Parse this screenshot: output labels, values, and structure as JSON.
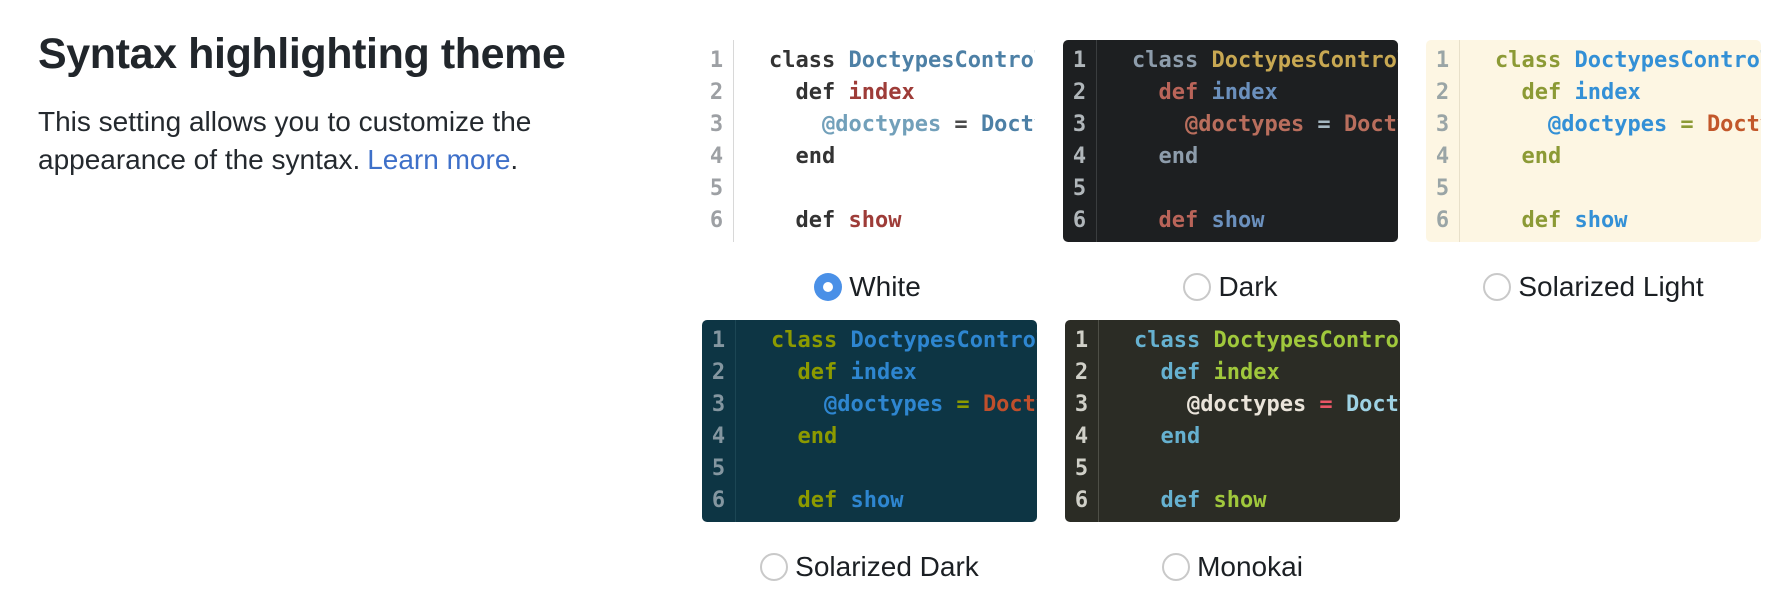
{
  "intro": {
    "heading": "Syntax highlighting theme",
    "desc_line1": "This setting allows you to customize the",
    "desc_line2": "appearance of the syntax.",
    "link_text": "Learn more",
    "link_suffix": "."
  },
  "ui": {
    "link_color": "#3e70c9",
    "radio_selected_color": "#4a90e7",
    "text_color": "#24292e"
  },
  "code": {
    "lines": [
      {
        "no": "1",
        "tokens": [
          [
            "k1",
            "class "
          ],
          [
            "cn",
            "DoctypesController"
          ]
        ]
      },
      {
        "no": "2",
        "tokens": [
          [
            "k2",
            "  def "
          ],
          [
            "mn",
            "index"
          ]
        ]
      },
      {
        "no": "3",
        "tokens": [
          [
            "iv",
            "    @doctypes"
          ],
          [
            "op",
            " = "
          ],
          [
            "cv",
            "Doctype"
          ]
        ]
      },
      {
        "no": "4",
        "tokens": [
          [
            "k1",
            "  end"
          ]
        ]
      },
      {
        "no": "5",
        "tokens": []
      },
      {
        "no": "6",
        "tokens": [
          [
            "k2",
            "  def "
          ],
          [
            "mn",
            "show"
          ]
        ]
      }
    ]
  },
  "themes": [
    {
      "id": "white",
      "label": "White",
      "selected": true,
      "bg": "#ffffff",
      "sep": "#d8d8d8",
      "num": "#9da0a4",
      "colors": {
        "k1": "#333333",
        "k2": "#333333",
        "cn": "#4d80a6",
        "mn": "#9e3c38",
        "iv": "#72a0ba",
        "op": "#4a4a4a",
        "cv": "#4d80a6"
      }
    },
    {
      "id": "dark",
      "label": "Dark",
      "selected": false,
      "bg": "#1d1f21",
      "sep": "#3a3d3f",
      "num": "#b0b6ba",
      "colors": {
        "k1": "#8d9cab",
        "k2": "#b96459",
        "cn": "#c8a852",
        "mn": "#6b90bd",
        "iv": "#b96e5d",
        "op": "#a5b8c2",
        "cv": "#b96e5d"
      }
    },
    {
      "id": "solarized-light",
      "label": "Solarized Light",
      "selected": false,
      "bg": "#fdf6e3",
      "sep": "#e8e0ca",
      "num": "#9aa5a6",
      "colors": {
        "k1": "#8c9a35",
        "k2": "#8c9a35",
        "cn": "#3390d6",
        "mn": "#3390d6",
        "iv": "#3390d6",
        "op": "#8c9a35",
        "cv": "#c2572a"
      }
    },
    {
      "id": "solarized-dark",
      "label": "Solarized Dark",
      "selected": false,
      "bg": "#0d3544",
      "sep": "#1c4654",
      "num": "#8496a0",
      "colors": {
        "k1": "#8c9a00",
        "k2": "#8c9a00",
        "cn": "#2e86d0",
        "mn": "#2e86d0",
        "iv": "#2e86d0",
        "op": "#8c9a00",
        "cv": "#bf4f2c"
      }
    },
    {
      "id": "monokai",
      "label": "Monokai",
      "selected": false,
      "bg": "#2b2c25",
      "sep": "#4e4f47",
      "num": "#d0d0c8",
      "colors": {
        "k1": "#66b1d0",
        "k2": "#66b1d0",
        "cn": "#a0c83c",
        "mn": "#a0c83c",
        "iv": "#eae4da",
        "op": "#ea5666",
        "cv": "#9ed2e4"
      }
    }
  ]
}
